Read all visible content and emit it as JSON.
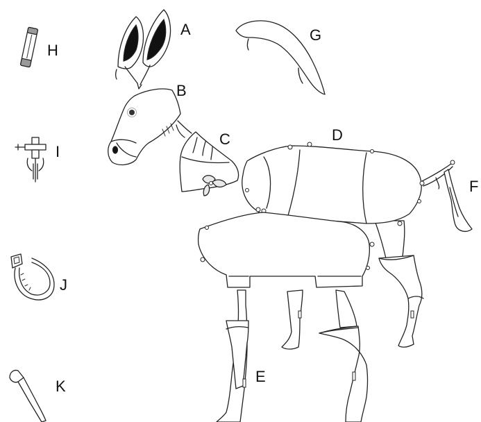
{
  "labels": {
    "A": "A",
    "B": "B",
    "C": "C",
    "D": "D",
    "E": "E",
    "F": "F",
    "G": "G",
    "H": "H",
    "I": "I",
    "J": "J",
    "K": "K"
  },
  "colors": {
    "stroke": "#222222",
    "ear_inner": "#111111",
    "fuse_cap": "#9a9a9a",
    "holly_leaf": "#e8e8e8"
  }
}
